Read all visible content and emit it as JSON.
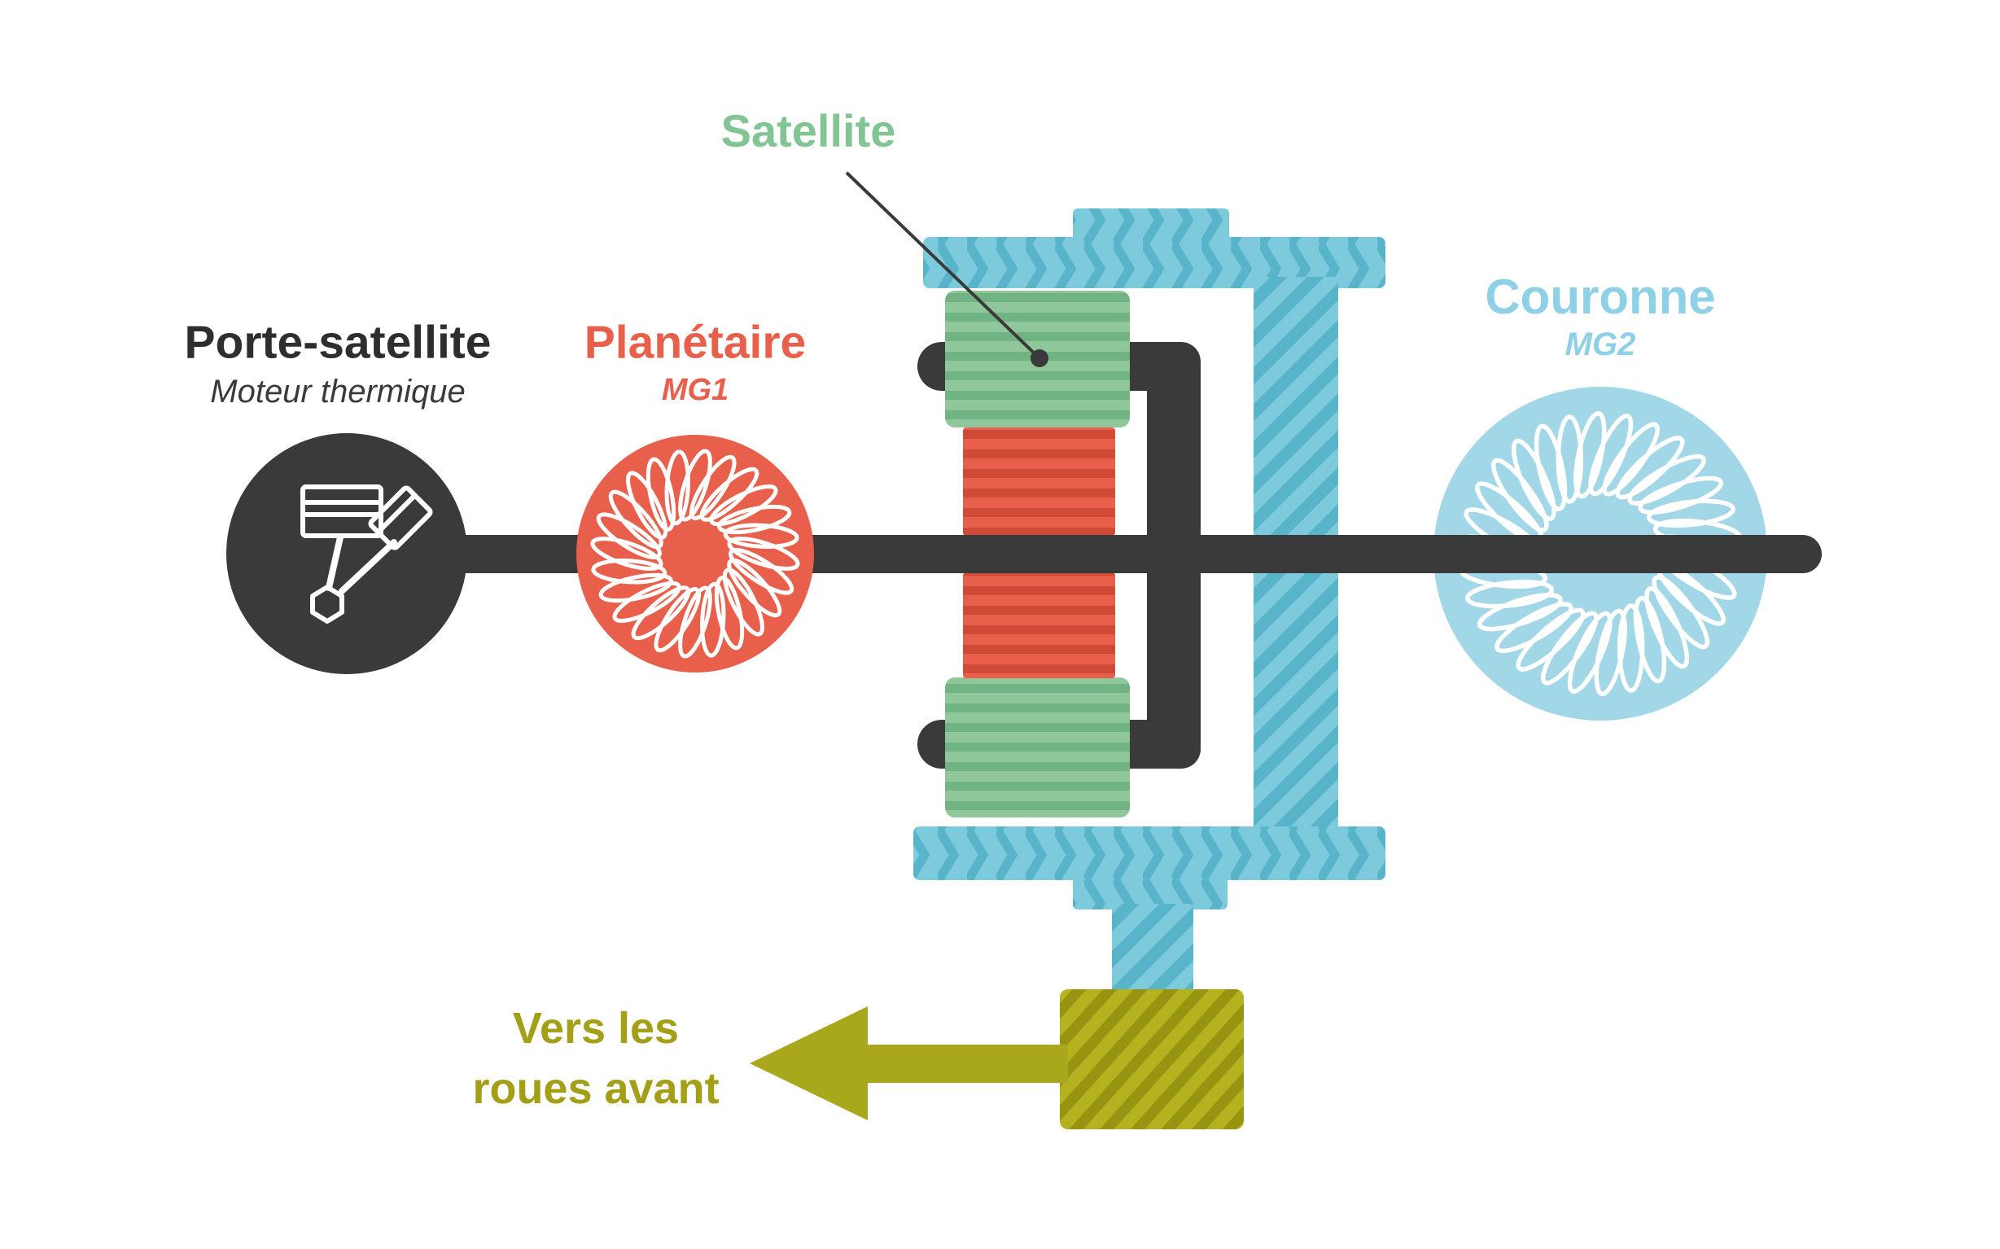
{
  "labels": {
    "satellite": {
      "title": "Satellite"
    },
    "porte_satellite": {
      "title": "Porte-satellite",
      "subtitle": "Moteur thermique"
    },
    "planetaire": {
      "title": "Planétaire",
      "subtitle": "MG1"
    },
    "couronne": {
      "title": "Couronne",
      "subtitle": "MG2"
    },
    "roues_avant": {
      "line1": "Vers les",
      "line2": "roues avant"
    }
  },
  "icons": {
    "engine": "piston-icon",
    "mg1": "motor-winding-coil-icon",
    "mg2": "motor-winding-coil-icon",
    "output": "left-arrow-icon"
  },
  "colors": {
    "dark": "#3a3a3a",
    "red": "#e8604c",
    "red_stripe": "#cf4a37",
    "green_block": "#8fc79b",
    "green_stripe": "#72b383",
    "green_label": "#82c493",
    "blue_structure": "#7dcadc",
    "blue_stripe": "#58b4c9",
    "blue_ring": "#a2d7e7",
    "blue_label": "#8ed1e6",
    "olive": "#a9a71b",
    "olive_block": "#b5b21f",
    "olive_stripe": "#969410",
    "olive_text": "#a3a017",
    "label_dark": "#2e2e2e",
    "subtitle_dark": "#3a3a3a",
    "background": "#ffffff",
    "coil": "#ffffff"
  }
}
